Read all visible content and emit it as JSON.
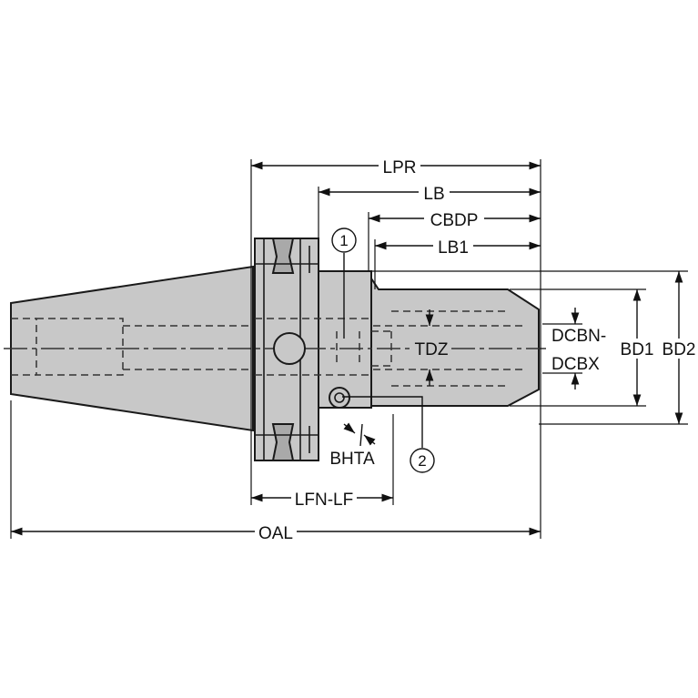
{
  "colors": {
    "body_fill": "#c8c8c8",
    "body_dark": "#a9a9a9",
    "outline": "#1a1a1a",
    "hidden_line": "#333333",
    "dimension_line": "#111111",
    "background": "#ffffff"
  },
  "dimensions": {
    "lpr": "LPR",
    "lb": "LB",
    "cbdp": "CBDP",
    "lb1": "LB1",
    "tdz": "TDZ",
    "dcbn": "DCBN-",
    "dcbx": "DCBX",
    "bd1": "BD1",
    "bd2": "BD2",
    "bhta": "BHTA",
    "lfn_lf": "LFN-LF",
    "oal": "OAL"
  },
  "callouts": {
    "one": "1",
    "two": "2"
  }
}
